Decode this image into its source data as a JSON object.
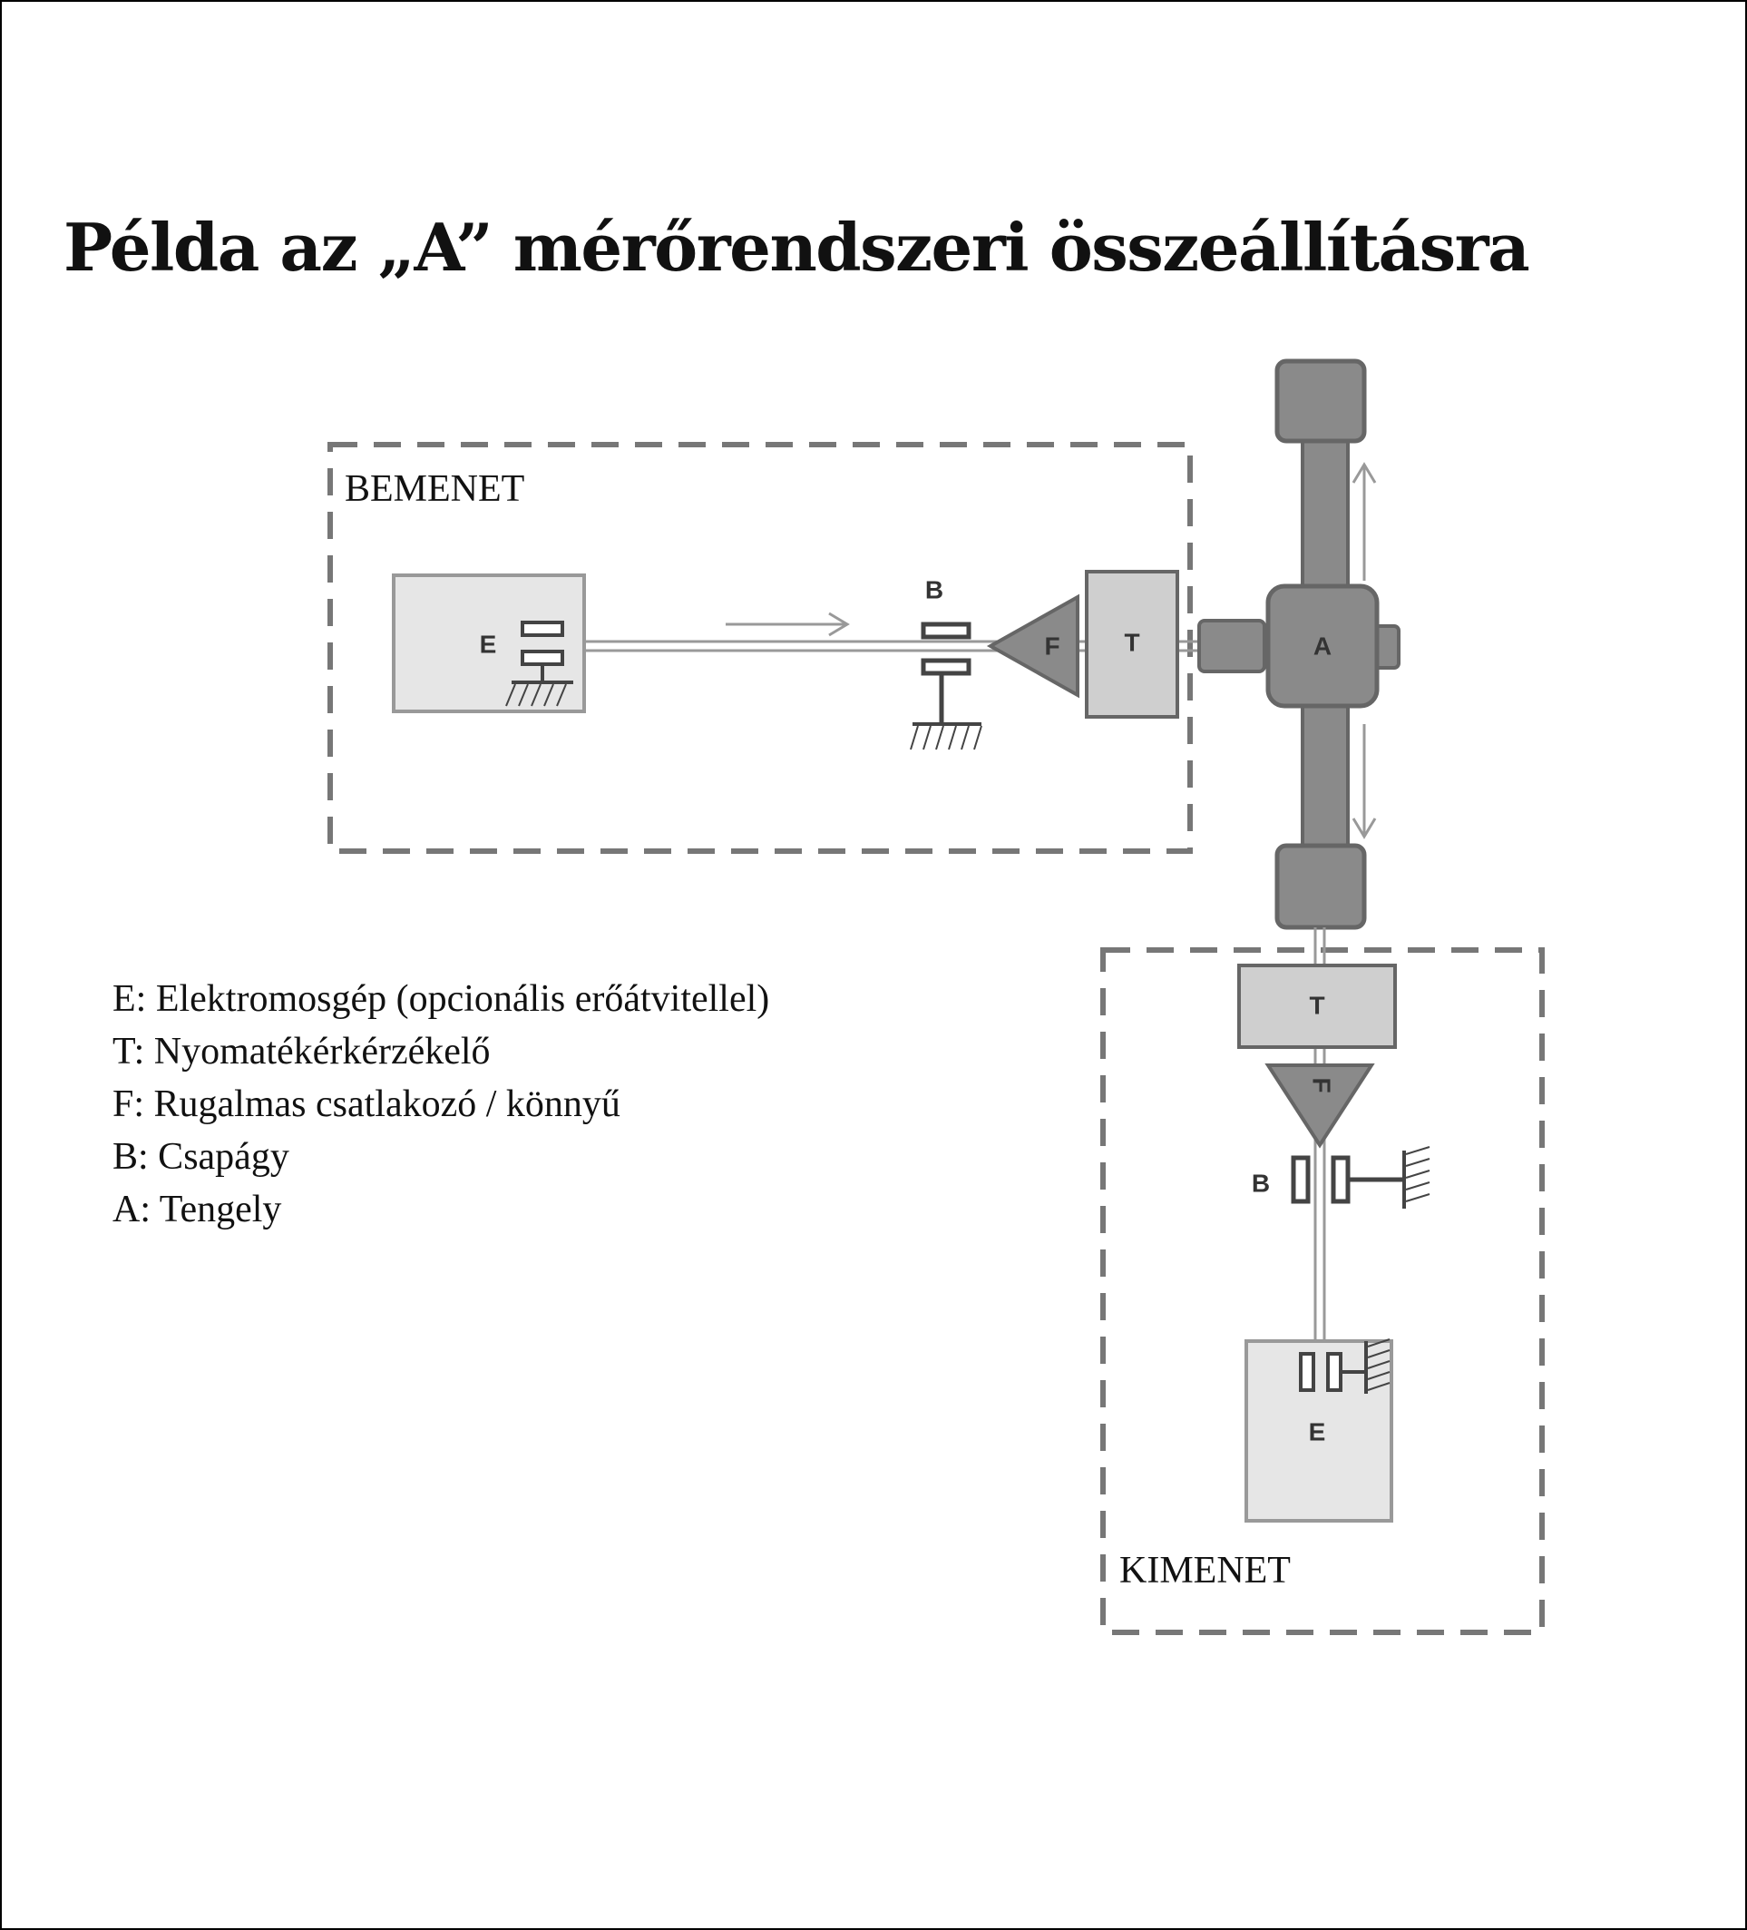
{
  "title": "Példa az „A” mérőrendszeri összeállításra",
  "regions": {
    "input": "BEMENET",
    "output": "KIMENET"
  },
  "components": {
    "input_motor": "E",
    "input_bearing": "B",
    "input_coupling": "F",
    "input_torque": "T",
    "shaft": "A",
    "output_torque": "T",
    "output_coupling": "F",
    "output_bearing": "B",
    "output_motor": "E"
  },
  "legend": [
    "E: Elektromosgép (opcionális erőátvitellel)",
    "T: Nyomatékérkérzékelő",
    "F: Rugalmas csatlakozó / könnyű",
    "B: Csapágy",
    "A: Tengely"
  ],
  "colors": {
    "dash": "#777777",
    "dark_fill": "#8a8a8a",
    "dark_stroke": "#666666",
    "light_fill": "#cfcfcf",
    "motor_fill": "#e6e6e6"
  }
}
